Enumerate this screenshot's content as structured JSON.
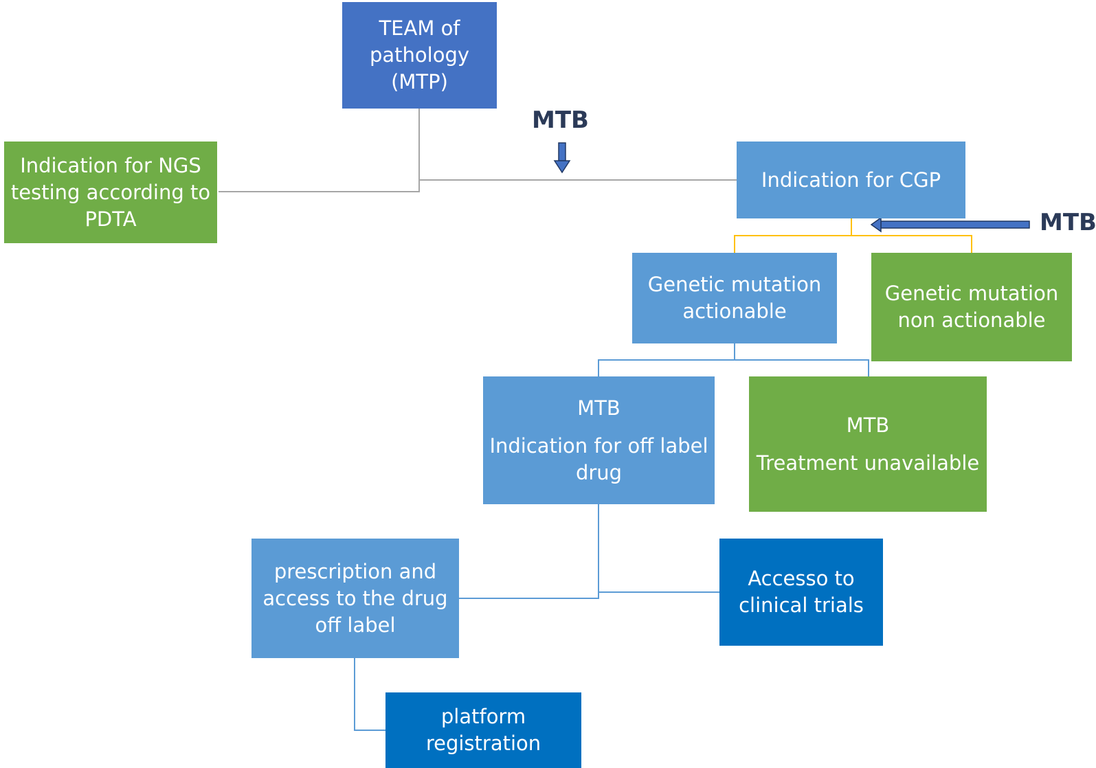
{
  "nodes": {
    "team": "TEAM of pathology (MTP)",
    "ngs": "Indication for NGS testing according to PDTA",
    "cgp": "Indication for CGP",
    "actionable": "Genetic mutation actionable",
    "non_actionable": "Genetic mutation non actionable",
    "offlabel_head": "MTB",
    "offlabel_body": "Indication for off label drug",
    "unavailable_head": "MTB",
    "unavailable_body": "Treatment unavailable",
    "prescription": "prescription and access to the drug off label",
    "trials": "Accesso to clinical trials",
    "platform": "platform registration"
  },
  "labels": {
    "mtb_top": "MTB",
    "mtb_right": "MTB"
  },
  "colors": {
    "light_blue": "#5b9bd5",
    "medium_blue": "#4472c4",
    "dark_blue": "#0070c0",
    "green": "#70ad47",
    "grey_connector": "#a6a6a6",
    "gold_connector": "#ffc000",
    "label_text": "#2b3a58"
  }
}
